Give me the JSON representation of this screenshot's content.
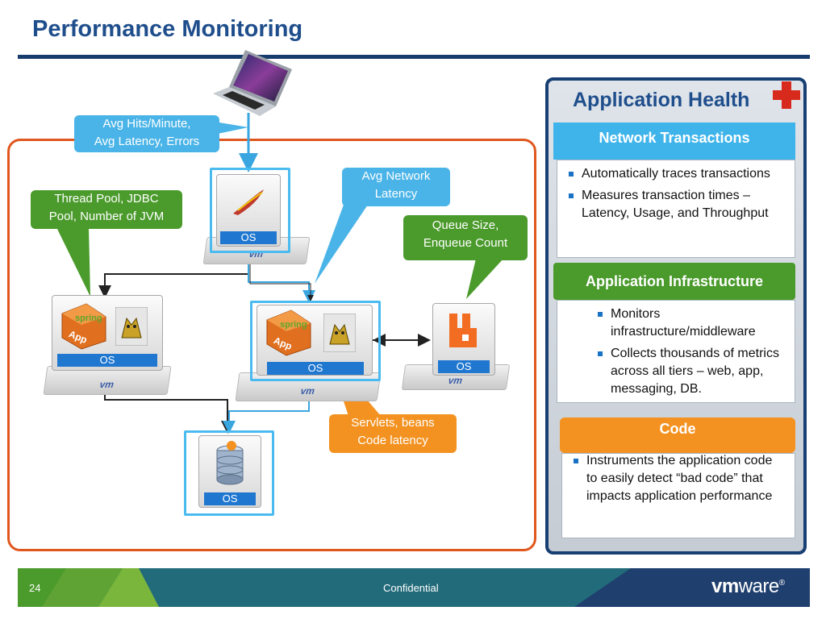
{
  "slide": {
    "title": "Performance Monitoring",
    "page_number": "24",
    "footer_text": "Confidential",
    "logo": {
      "bold": "vm",
      "light": "ware",
      "reg": "®"
    }
  },
  "callouts": {
    "hits": "Avg Hits/Minute,\nAvg Latency, Errors",
    "thread_pool": "Thread Pool, JDBC\nPool, Number of JVM",
    "network": "Avg Network\nLatency",
    "queue": "Queue Size,\nEnqueue Count",
    "servlets": "Servlets, beans\nCode latency"
  },
  "diagram": {
    "os_label": "OS",
    "vm_label": "vm",
    "app_label": "App",
    "spring_label": "spring"
  },
  "health_panel": {
    "title": "Application Health",
    "sections": [
      {
        "heading": "Network Transactions",
        "bullets": [
          "Automatically traces transactions",
          "Measures transaction times – Latency, Usage, and Throughput"
        ]
      },
      {
        "heading": "Application Infrastructure",
        "bullets": [
          "Monitors infrastructure/middleware",
          "Collects thousands of metrics across all tiers – web, app, messaging, DB."
        ]
      },
      {
        "heading": "Code",
        "bullets": [
          "Instruments the application code to easily detect “bad code” that impacts application performance"
        ]
      }
    ]
  },
  "colors": {
    "title_blue": "#1f4e8c",
    "frame_orange": "#e0571e",
    "callout_blue": "#4ab4e8",
    "callout_green": "#4b9a2c",
    "callout_orange": "#f39220",
    "os_blue": "#1f77d0",
    "footer_teal": "#226b7a"
  },
  "icons": [
    "laptop-icon",
    "apache-feather-icon",
    "spring-app-icon",
    "tomcat-icon",
    "queue-broker-icon",
    "database-icon",
    "red-cross-icon"
  ]
}
